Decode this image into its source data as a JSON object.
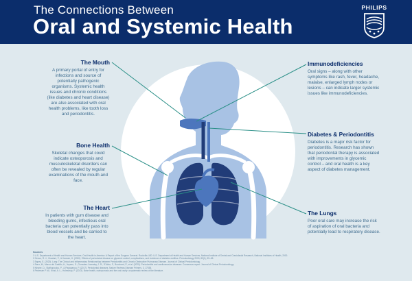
{
  "header": {
    "subtitle": "The Connections Between",
    "title": "Oral and Systemic Health",
    "brand": "PHILIPS"
  },
  "sections": {
    "mouth": {
      "title": "The Mouth",
      "body": "A primary portal of entry for infections and source of potentially pathogenic organisms. Systemic health issues and chronic conditions (like diabetes and heart disease) are also associated with oral health problems, like tooth loss and periodontitis."
    },
    "bone": {
      "title": "Bone Health",
      "body": "Skeletal changes that could indicate osteoporosis and musculoskeletal disorders can often be revealed by regular examinations of the mouth and face."
    },
    "heart": {
      "title": "The Heart",
      "body": "In patients with gum disease and bleeding gums, infectious oral bacteria can potentially pass into blood vessels and be carried to the heart."
    },
    "immuno": {
      "title": "Immunodeficiencies",
      "body": "Oral signs – along with other symptoms like rash, fever, headache, malaise, enlarged lymph nodes or lesions – can indicate larger systemic issues like immunodeficiencies."
    },
    "diabetes": {
      "title": "Diabetes & Periodontitis",
      "body": "Diabetes is a major risk factor for periodontitis. Research has shown that periodontal therapy is associated with improvements in glycemic control – and oral health is a key aspect of diabetes management."
    },
    "lungs": {
      "title": "The Lungs",
      "body": "Poor oral care may increase the risk of aspiration of oral bacteria and potentially lead to respiratory disease."
    }
  },
  "sources": {
    "heading": "Sources",
    "lines": [
      "1 U.S. Department of Health and Human Services. Oral Health in America: A Report of the Surgeon General. Rockville, MD: U.S. Department of Health and Human Services, National Institute of Dental and Craniofacial Research, National Institutes of Health, 2000.",
      "2 Genco, R. J., Graziani, F., & Hasturk, H. (2020). Effects of periodontal disease on glycemic control, complications, and incidence of diabetes mellitus. Periodontology 2000, 83(1), 59–65.",
      "3 Sapey, E. (2020). Lung: The Clinical and Inflammatory Relationships between Periodontitis and Chronic Obstructive Pulmonary Disease. Journal of Clinical Periodontology.",
      "4 Sanz, M., Marco del Castillo, A., Jepsen, S., Gonzalez-Juanatey, J. R., D'Aiuto, F., Bouchard, P., et al. (2020). Periodontitis and cardiovascular diseases: Consensus report. Journal of Clinical Periodontology.",
      "5 Kinane, D., Stathopoulou, P., & Papapanou, P. (2017). Periodontal diseases. Nature Reviews Disease Primers, 3, 17038.",
      "6 Pedersen P. W., Kvist, A. L., Holmstrup, P. (2013). Bone health, osteoporosis and the oral cavity: a systematic review of the literature."
    ]
  },
  "colors": {
    "header_bg": "#0b2d6b",
    "panel_bg": "#dfe9ee",
    "title_text": "#0b2d6b",
    "body_text": "#3c6a8d",
    "connector": "#2a8f87",
    "organ_dark": "#213c78",
    "organ_mid": "#4c76bd",
    "body_fill": "#a8c2e4"
  },
  "icons": [
    "philips-shield-icon",
    "anatomy-illustration"
  ]
}
